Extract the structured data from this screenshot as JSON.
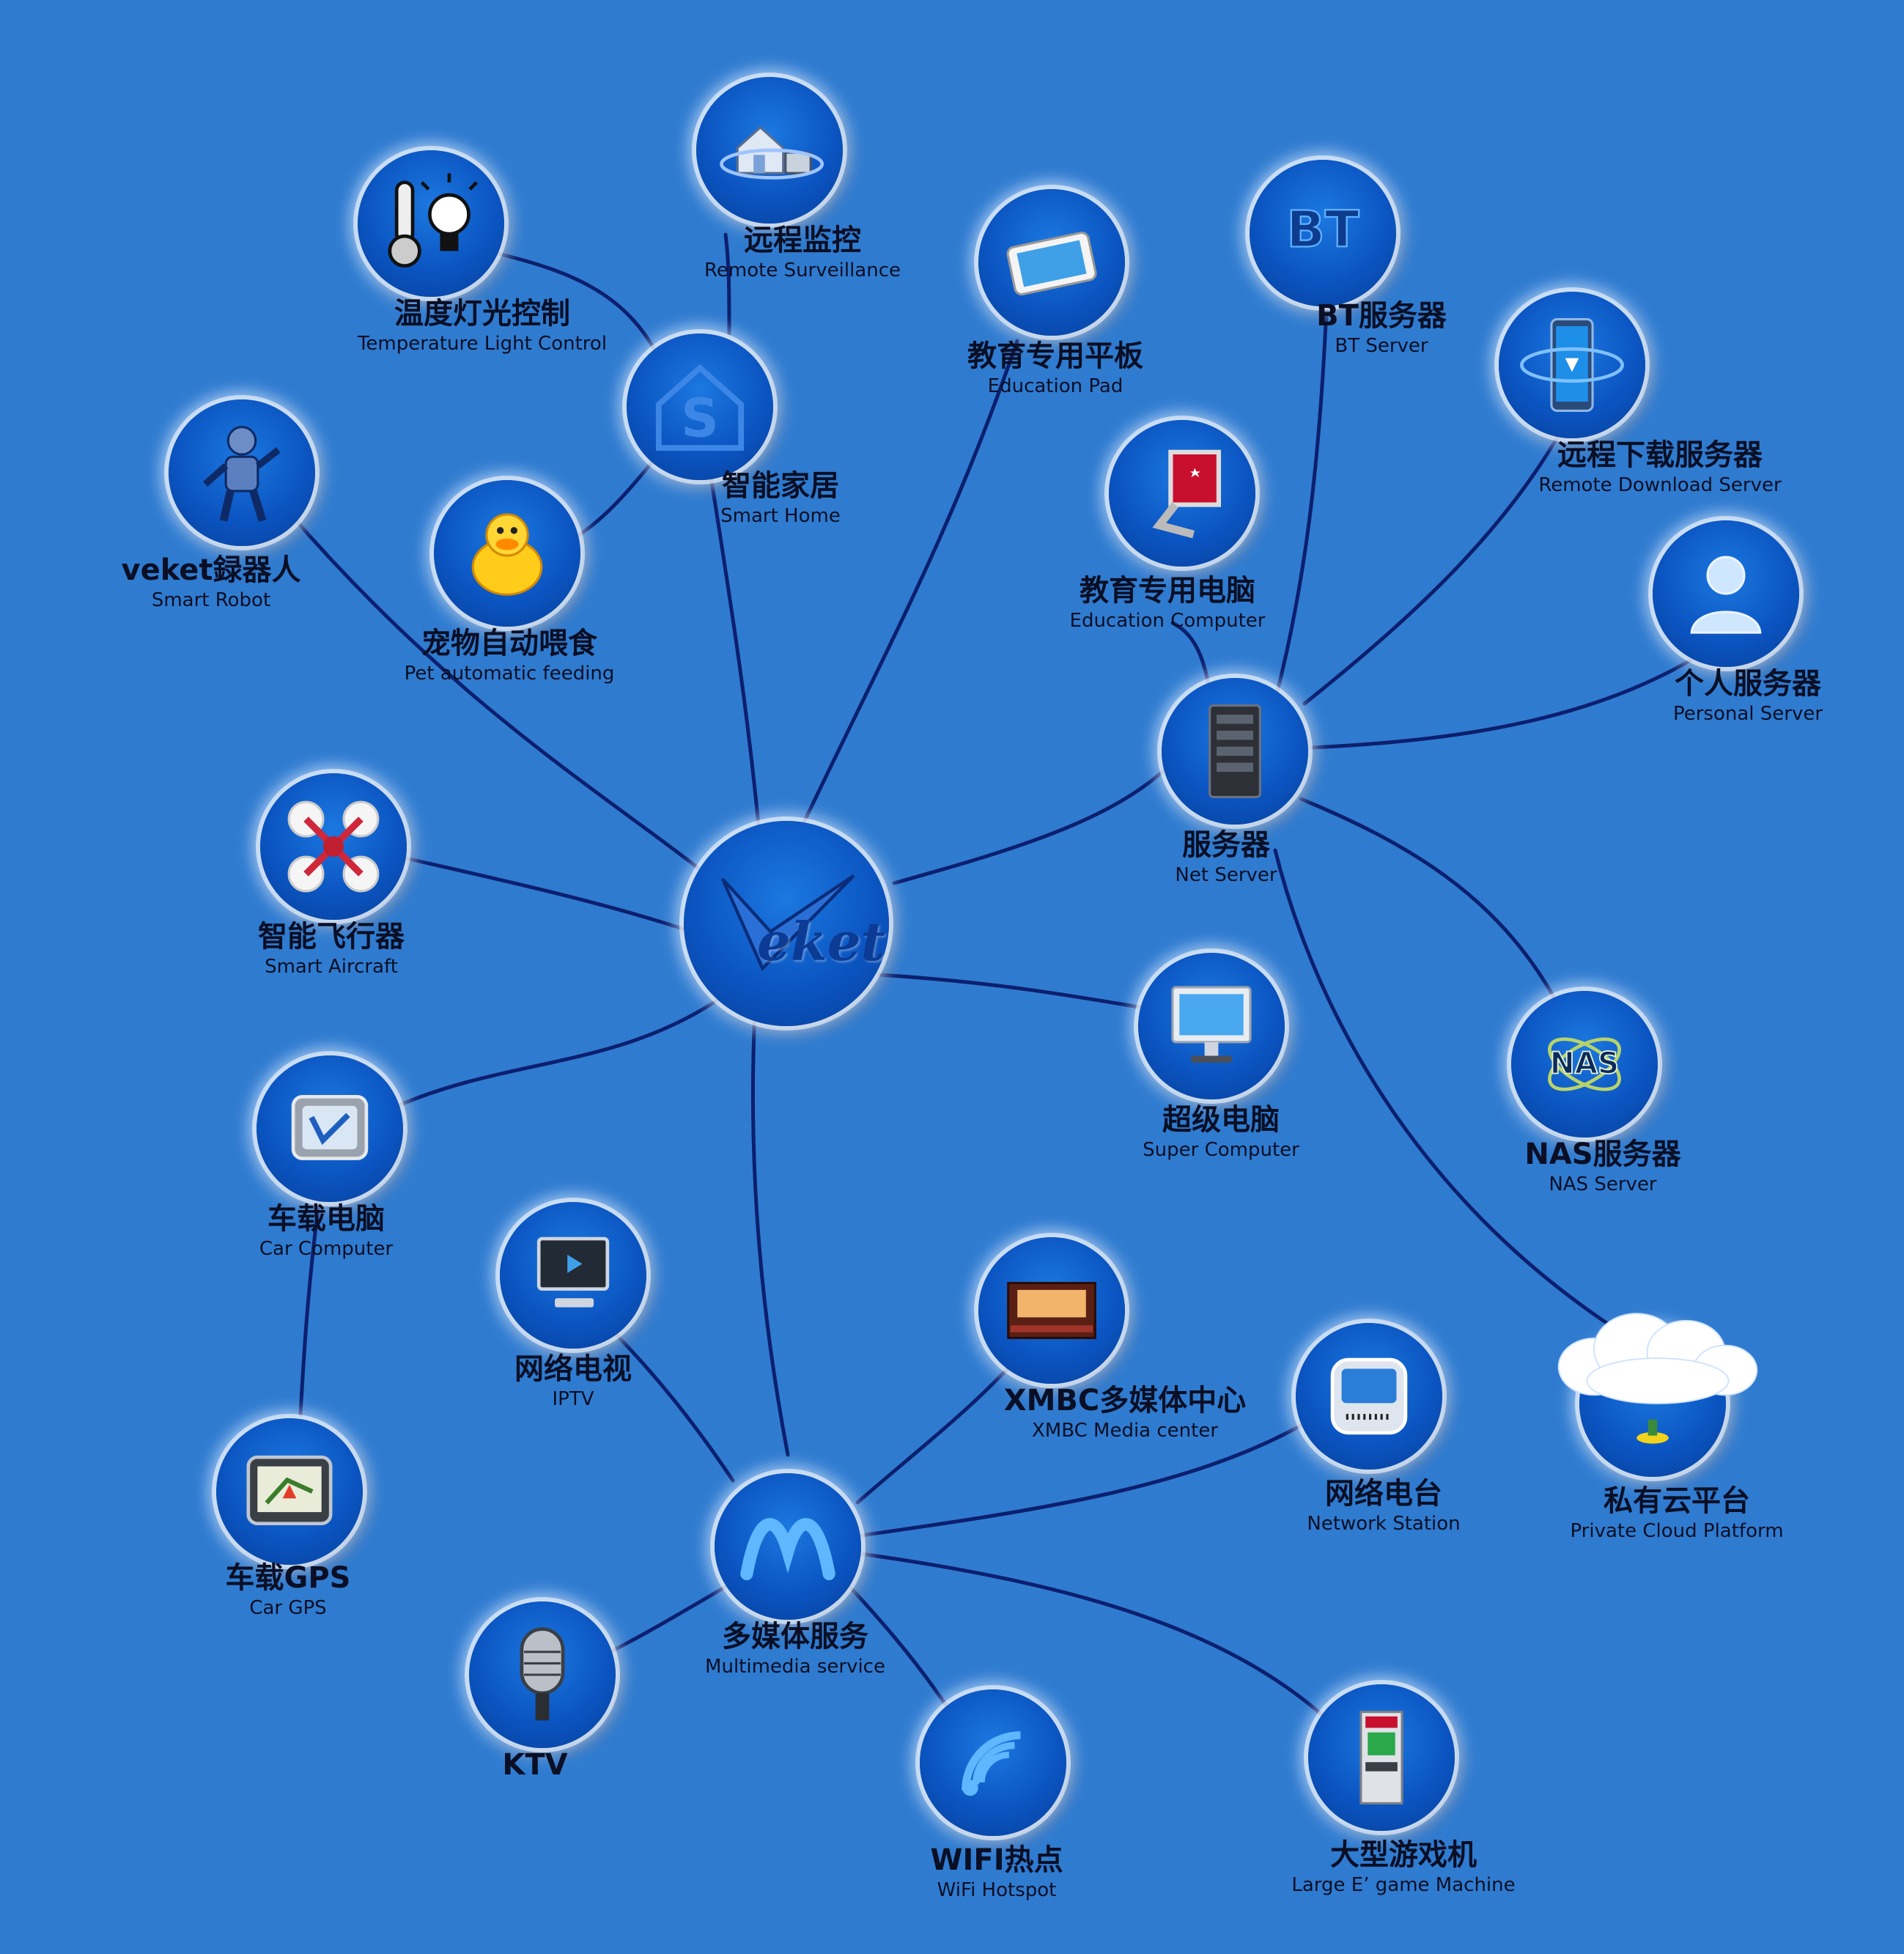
{
  "hub": {
    "logo_text": "eket"
  },
  "nodes": {
    "remote_surveillance": {
      "zh": "远程监控",
      "en": "Remote Surveillance"
    },
    "temp_light": {
      "zh": "温度灯光控制",
      "en": "Temperature Light Control"
    },
    "smart_home": {
      "zh": "智能家居",
      "en": "Smart Home"
    },
    "smart_robot": {
      "zh": "veket録器人",
      "en": "Smart Robot"
    },
    "pet_feeding": {
      "zh": "宠物自动喂食",
      "en": "Pet automatic feeding"
    },
    "education_pad": {
      "zh": "教育专用平板",
      "en": "Education Pad"
    },
    "bt_server": {
      "zh": "BT服务器",
      "en": "BT Server",
      "logo": "BT"
    },
    "remote_download": {
      "zh": "远程下载服务器",
      "en": "Remote Download Server"
    },
    "education_computer": {
      "zh": "教育专用电脑",
      "en": "Education Computer"
    },
    "personal_server": {
      "zh": "个人服务器",
      "en": "Personal Server"
    },
    "net_server": {
      "zh": "服务器",
      "en": "Net Server"
    },
    "smart_aircraft": {
      "zh": "智能飞行器",
      "en": "Smart Aircraft"
    },
    "super_computer": {
      "zh": "超级电脑",
      "en": "Super Computer"
    },
    "nas_server": {
      "zh": "NAS服务器",
      "en": "NAS Server",
      "logo": "NAS"
    },
    "car_computer": {
      "zh": "车载电脑",
      "en": "Car Computer"
    },
    "iptv": {
      "zh": "网络电视",
      "en": "IPTV"
    },
    "xmbc": {
      "zh": "XMBC多媒体中心",
      "en": "XMBC Media center"
    },
    "network_station": {
      "zh": "网络电台",
      "en": "Network Station"
    },
    "private_cloud": {
      "zh": "私有云平台",
      "en": "Private Cloud Platform"
    },
    "car_gps": {
      "zh": "车载GPS",
      "en": "Car GPS"
    },
    "multimedia": {
      "zh": "多媒体服务",
      "en": "Multimedia service"
    },
    "ktv": {
      "zh": "KTV"
    },
    "wifi": {
      "zh": "WIFI热点",
      "en": "WiFi  Hotspot"
    },
    "game_machine": {
      "zh": "大型游戏机",
      "en": "Large E’  game Machine"
    }
  },
  "colors": {
    "background": "#2f7bd0",
    "node_fill": "#0b55c2",
    "link": "#0c1f6e",
    "text": "#0a0f25"
  }
}
